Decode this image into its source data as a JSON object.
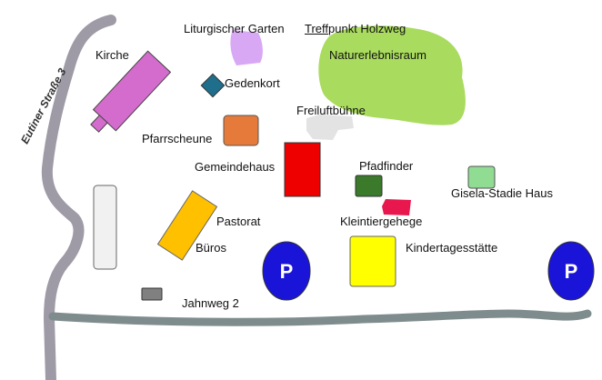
{
  "streets": {
    "eutiner_strasse": "Eutiner Straße 3",
    "jahnweg": "Jahnweg 2"
  },
  "places": {
    "liturgischer_garten": "Liturgischer Garten",
    "treffpunkt_prefix": "Treff",
    "treffpunkt_suffix": "punkt Holzweg",
    "naturerlebnisraum": "Naturerlebnisraum",
    "kirche": "Kirche",
    "gedenkort": "Gedenkort",
    "freiluftbuehne": "Freiluftbühne",
    "pfarrscheune": "Pfarrscheune",
    "gemeindehaus": "Gemeindehaus",
    "pfadfinder": "Pfadfinder",
    "gisela_stadie_haus": "Gisela-Stadie Haus",
    "pastorat": "Pastorat",
    "kleintiergehege": "Kleintiergehege",
    "bueros": "Büros",
    "kindertagesstaette": "Kindertagesstätte"
  },
  "parking": {
    "left": "P",
    "right": "P"
  },
  "colors": {
    "road": "#9e9aa6",
    "jahnweg_road": "#7f8c8d",
    "kirche": "#d36ccc",
    "liturgischer_garten": "#d9a8f4",
    "naturerlebnisraum": "#a9db5e",
    "gedenkort": "#1e6e8c",
    "freiluftbuehne": "#e3e3e3",
    "pfarrscheune": "#e67a3a",
    "gemeindehaus": "#ee0000",
    "pfadfinder": "#3a7a2a",
    "kleintiergehege": "#e8184e",
    "gisela_stadie_haus": "#8fdc92",
    "pastorat": "#ffc000",
    "kindertagesstaette": "#ffff00",
    "left_building": "#f1f1f1",
    "jahnweg_marker": "#808080",
    "parking": "#1a14d8"
  }
}
